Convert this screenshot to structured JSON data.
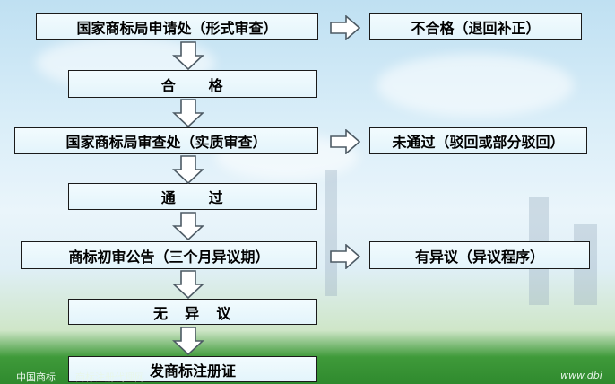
{
  "flow": {
    "steps": [
      "国家商标局申请处（形式审查）",
      "合　　格",
      "国家商标局审查处（实质审查）",
      "通　　过",
      "商标初审公告（三个月异议期）",
      "无　异　议",
      "发商标注册证"
    ],
    "side_results": [
      "不合格（退回补正）",
      "未通过（驳回或部分驳回）",
      "有异议（异议程序）"
    ]
  },
  "footer": {
    "left": "中国商标　　商标注册代理网",
    "right": "www.dbi"
  },
  "colors": {
    "box_border": "#1a1a1a",
    "box_fill": "#ecf8fd",
    "arrow_fill": "#ffffff",
    "arrow_stroke": "#4d5a64"
  }
}
